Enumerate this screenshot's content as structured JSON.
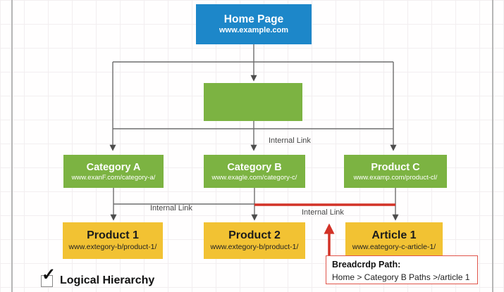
{
  "palette": {
    "node_blue": "#1d87c9",
    "node_green": "#7cb342",
    "node_yellow": "#f2c233",
    "highlight_red": "#d23227",
    "connector_gray": "#6e6e6e"
  },
  "nodes": {
    "home": {
      "title": "Home Page",
      "url": "www.example.com"
    },
    "category_a": {
      "title": "Category A",
      "url": "www.exanF.com/category-a/"
    },
    "category_b": {
      "title": "Category B",
      "url": "www.exagle.com/category-c/"
    },
    "product_c": {
      "title": "Product C",
      "url": "www.examp.com/product-cl/"
    },
    "product_1": {
      "title": "Product 1",
      "url": "www.extegory-b/product-1/"
    },
    "product_2": {
      "title": "Product 2",
      "url": "www.extegory-b/product-1/"
    },
    "article_1": {
      "title": "Article 1",
      "url": "www.eategory-c-article-1/"
    }
  },
  "labels": {
    "internal_link": "Internal Link"
  },
  "breadcrumb": {
    "title": "Breadcrdp Path:",
    "path": "Home > Category B Paths >/article 1"
  },
  "legend": {
    "checkbox_label": "Logical Hierarchy",
    "checked": true,
    "check_glyph": "✓"
  }
}
